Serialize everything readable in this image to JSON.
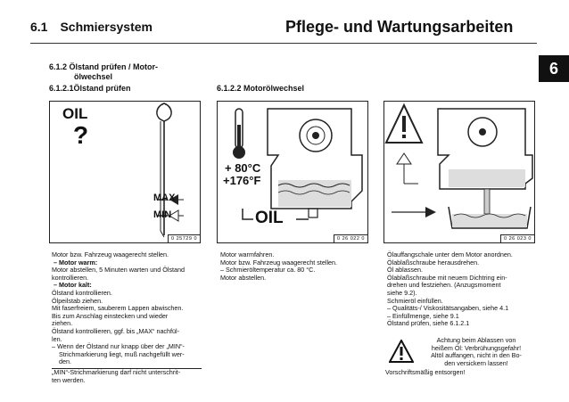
{
  "header": {
    "section_number": "6.1",
    "section_title": "Schmiersystem",
    "chapter_title": "Pflege- und Wartungsarbeiten"
  },
  "chapter_tab": "6",
  "col1": {
    "heading_a": "6.1.2  Ölstand prüfen / Motor-",
    "heading_b": "ölwechsel",
    "subheading": "6.1.2.1Ölstand prüfen",
    "figure": {
      "oil_label": "OIL",
      "question": "?",
      "max_label": "MAX",
      "min_label": "MIN",
      "code": "0 25729 0"
    },
    "lines": [
      "Motor bzw. Fahrzeug waagerecht stellen.",
      "– Motor warm:",
      "Motor abstellen, 5 Minuten warten und Ölstand",
      "kontrollieren.",
      "– Motor kalt:",
      "Ölstand kontrollieren.",
      "Ölpeilstab ziehen.",
      "Mit faserfreiem, sauberem Lappen abwischen.",
      "Bis zum Anschlag einstecken und wieder",
      "ziehen.",
      "Ölstand kontrollieren, ggf. bis „MAX“ nachfül-",
      "len.",
      "– Wenn der Ölstand nur knapp über der „MIN“-",
      "Strichmarkierung liegt, muß nachgefüllt wer-",
      "den.",
      "„MIN“-Strichmarkierung darf nicht unterschrit-",
      "ten werden."
    ]
  },
  "col2": {
    "subheading": "6.1.2.2 Motorölwechsel",
    "figure": {
      "temp_c": "+ 80°C",
      "temp_f": "+176°F",
      "oil_label": "OIL",
      "code": "0 26 022 0"
    },
    "lines": [
      "Motor warmfahren.",
      "Motor bzw. Fahrzeug waagerecht stellen.",
      "– Schmieröltemperatur ca. 80 °C.",
      "Motor abstellen."
    ]
  },
  "col3": {
    "figure": {
      "code": "0 26 023 0"
    },
    "lines": [
      "Ölauffangschale unter dem Motor anordnen.",
      "Ölablaßschraube herausdrehen.",
      "Öl ablassen.",
      "Ölablaßschraube mit neuem Dichtring ein-",
      "drehen und festziehen. (Anzugsmoment",
      "siehe 9.2).",
      "Schmieröl einfüllen.",
      "– Qualitäts-/ Viskositätsangaben, siehe 4.1",
      "– Einfüllmenge, siehe 9.1",
      "Ölstand prüfen, siehe 6.1.2.1"
    ],
    "warning_lines": [
      "Achtung beim Ablassen von",
      "heißem Öl: Verbrühungsgefahr!",
      "Altöl auffangen, nicht in den Bo-",
      "den versickern lassen!",
      "Vorschriftsmäßig entsorgen!"
    ]
  }
}
